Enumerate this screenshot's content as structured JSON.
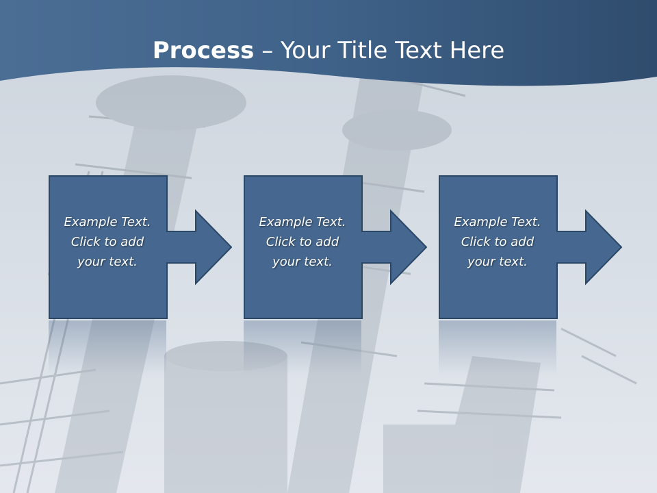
{
  "slide": {
    "title_bold": "Process",
    "title_rest": " – Your Title Text Here"
  },
  "steps": [
    {
      "text": "Example Text.\nClick  to add\nyour text."
    },
    {
      "text": "Example Text.\nClick  to add\nyour text."
    },
    {
      "text": "Example Text.\nClick  to add\nyour text."
    }
  ],
  "colors": {
    "header": "#3d5f85",
    "box_fill": "#466890",
    "box_border": "#2b4766",
    "text": "#ffffff"
  }
}
